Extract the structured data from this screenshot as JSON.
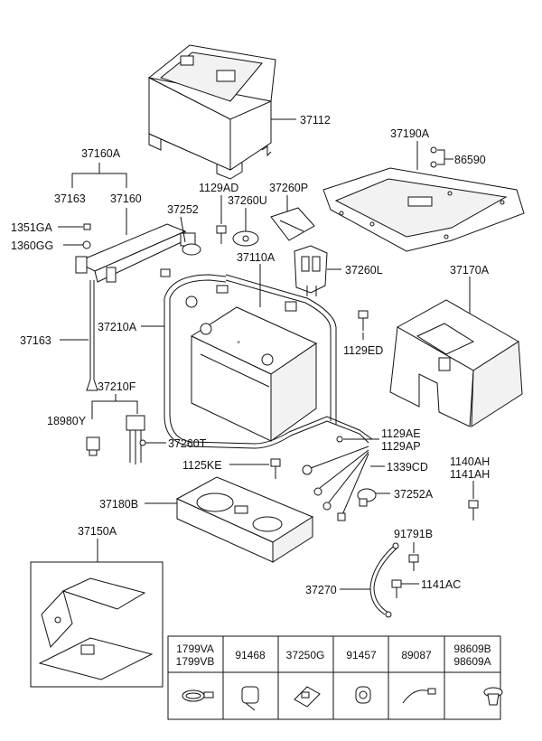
{
  "labels": {
    "p37112": "37112",
    "p37160A": "37160A",
    "p37163_top": "37163",
    "p37160": "37160",
    "p1351GA": "1351GA",
    "p1360GG": "1360GG",
    "p37163_left": "37163",
    "p1129AD": "1129AD",
    "p37260U": "37260U",
    "p37260P": "37260P",
    "p37252": "37252",
    "p37110A": "37110A",
    "p37260L": "37260L",
    "p37190A": "37190A",
    "p86590": "86590",
    "p37170A": "37170A",
    "p37210A": "37210A",
    "p1129ED": "1129ED",
    "p37210F": "37210F",
    "p18980Y": "18980Y",
    "p37260T": "37260T",
    "p1129AE": "1129AE",
    "p1129AP": "1129AP",
    "p1125KE": "1125KE",
    "p1339CD": "1339CD",
    "p1140AH": "1140AH",
    "p1141AH": "1141AH",
    "p37252A": "37252A",
    "p37180B": "37180B",
    "p37150A": "37150A",
    "p91791B": "91791B",
    "p37270": "37270",
    "p1141AC": "1141AC"
  },
  "parts_table": {
    "columns": [
      {
        "header": [
          "1799VA",
          "1799VB"
        ],
        "icon": "hose-clamp-icon"
      },
      {
        "header": [
          "91468"
        ],
        "icon": "cable-clip-icon"
      },
      {
        "header": [
          "37250G"
        ],
        "icon": "bracket-clip-icon"
      },
      {
        "header": [
          "91457"
        ],
        "icon": "grommet-clip-icon"
      },
      {
        "header": [
          "89087"
        ],
        "icon": "cable-tie-icon"
      },
      {
        "header": [
          "98609B",
          "98609A"
        ],
        "icon": "push-rivet-icon"
      }
    ]
  }
}
